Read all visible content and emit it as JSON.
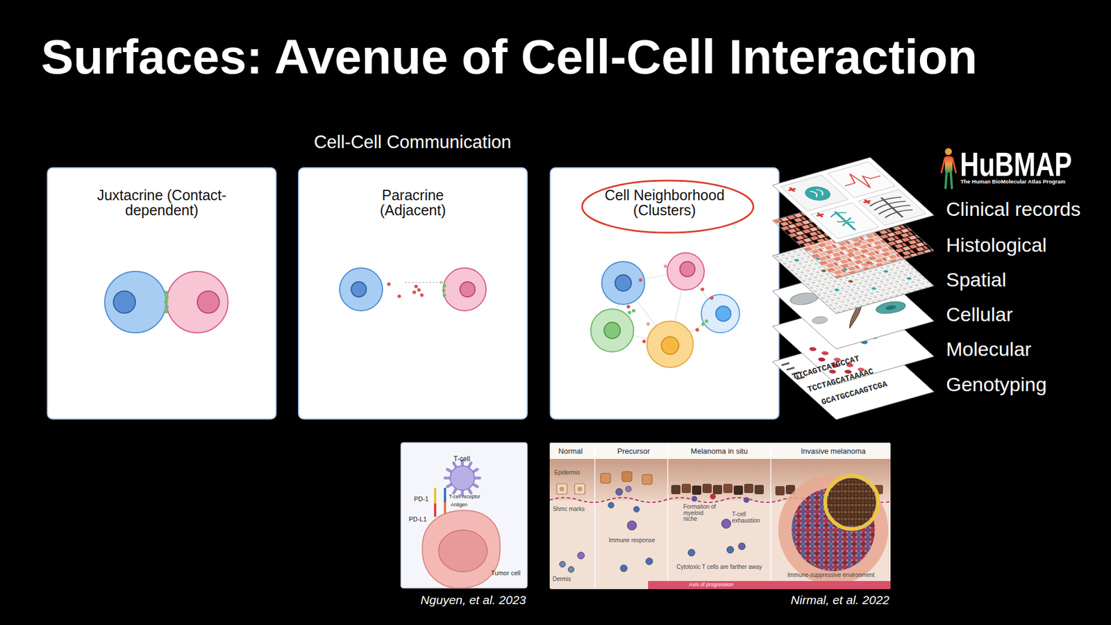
{
  "diagram": {
    "title": "Surfaces: Avenue of Cell-Cell Interaction",
    "nodes": [
      {
        "text": [
          "Juxtacrine (Contact-dependent)"
        ]
      },
      {
        "text": [
          "Paracrine (Adjacent)"
        ]
      },
      {
        "text": [
          "Cell Neighborhood (Clusters)"
        ]
      }
    ],
    "labels": [
      "Cell-Cell Communication",
      "HuBMAP",
      "The Human BioMolecular Atlas Program",
      "Clinical records",
      "Histological",
      "Spatial",
      "Cellular",
      "Molecular",
      "Genotyping",
      "GTCAGTCATGCCAT",
      "TCCTAGCATAAAAC",
      "GCATGCCAAGTCGA",
      "T-cell",
      "PD-1",
      "T-cell receptor",
      "Antigen",
      "PD-L1",
      "Tumor cell",
      "Nguyen, et al. 2023",
      "Normal",
      "Precursor",
      "Melanoma in situ",
      "Invasive melanoma",
      "Epidermis",
      "5hmc marks",
      "Dermis",
      "Immune response",
      "Formation of myeloid niche",
      "T-cell exhaustion",
      "Cytotoxic T cells are farther away",
      "Immune-suppressive environment",
      "Axis of progression",
      "Nirmal, et al. 2022"
    ]
  }
}
